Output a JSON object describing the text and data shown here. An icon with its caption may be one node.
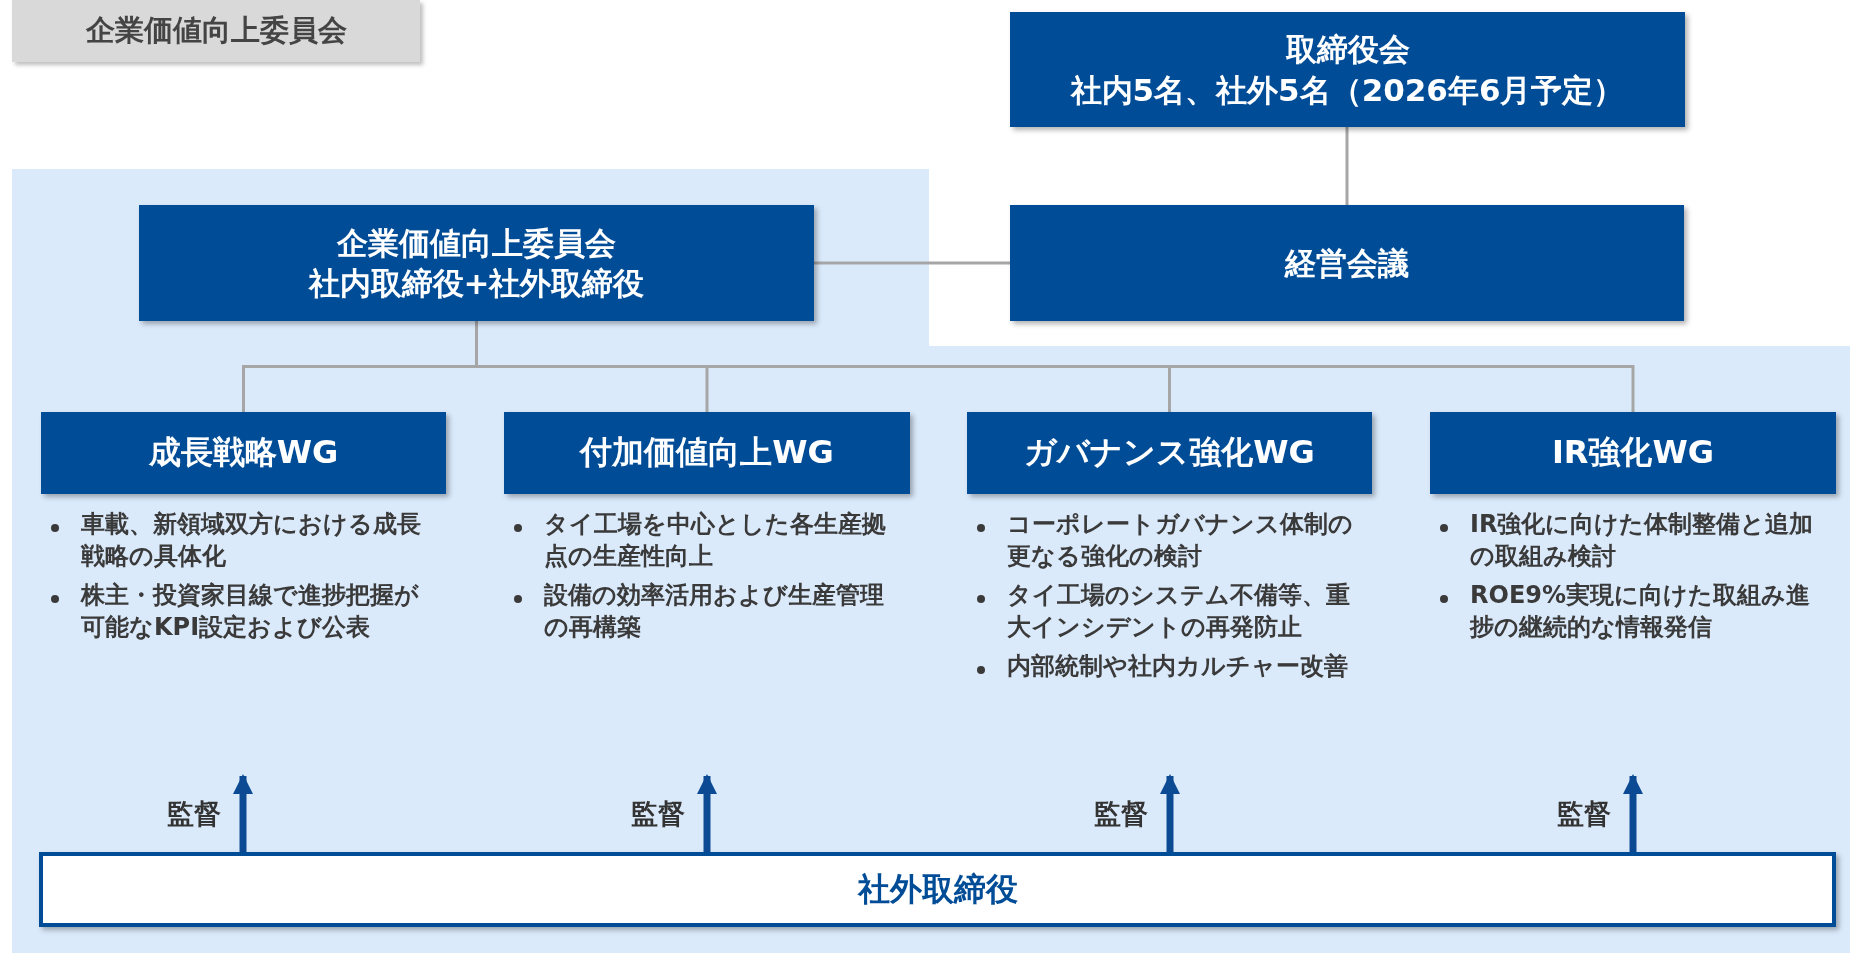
{
  "diagram": {
    "nodes": [
      {
        "text": [
          "企業価値向上委員会"
        ]
      },
      {
        "text": [
          "取締役会",
          "社内5名、社外5名（2026年6月予定）"
        ]
      },
      {
        "text": [
          "経営会議"
        ]
      },
      {
        "text": [
          "企業価値向上委員会",
          "社内取締役+社外取締役"
        ]
      },
      {
        "text": [
          "成長戦略WG"
        ],
        "beside": [
          "車載、新領域双方における成長戦略の具体化",
          "株主・投資家目線で進捗把握が可能なKPI設定および公表"
        ]
      },
      {
        "text": [
          "付加価値向上WG"
        ],
        "beside": [
          "タイ工場を中心とした各生産拠点の生産性向上",
          "設備の効率活用および生産管理の再構築"
        ]
      },
      {
        "text": [
          "ガバナンス強化WG"
        ],
        "beside": [
          "コーポレートガバナンス体制の更なる強化の検討",
          "タイ工場のシステム不備等、重大インシデントの再発防止",
          "内部統制や社内カルチャー改善"
        ]
      },
      {
        "text": [
          "IR強化WG"
        ],
        "beside": [
          "IR強化に向けた体制整備と追加の取組み検討",
          "ROE9%実現に向けた取組み進捗の継続的な情報発信"
        ]
      },
      {
        "text": [
          "社外取締役"
        ]
      }
    ],
    "edges": [
      {
        "from": 1,
        "to": 2,
        "arrow": "none"
      },
      {
        "from": 3,
        "to": 2,
        "arrow": "none"
      },
      {
        "from": 3,
        "to": 4,
        "arrow": "none"
      },
      {
        "from": 3,
        "to": 5,
        "arrow": "none"
      },
      {
        "from": 3,
        "to": 6,
        "arrow": "none"
      },
      {
        "from": 3,
        "to": 7,
        "arrow": "none"
      },
      {
        "from": 8,
        "to": null,
        "arrow": "to",
        "label": "監督",
        "style": "thick",
        "color": "#0d4a94"
      },
      {
        "from": 8,
        "to": null,
        "arrow": "to",
        "label": "監督",
        "style": "thick",
        "color": "#0d4a94"
      },
      {
        "from": 8,
        "to": null,
        "arrow": "to",
        "label": "監督",
        "style": "thick",
        "color": "#0d4a94"
      },
      {
        "from": 8,
        "to": null,
        "arrow": "to",
        "label": "監督",
        "style": "thick",
        "color": "#0d4a94"
      }
    ]
  }
}
